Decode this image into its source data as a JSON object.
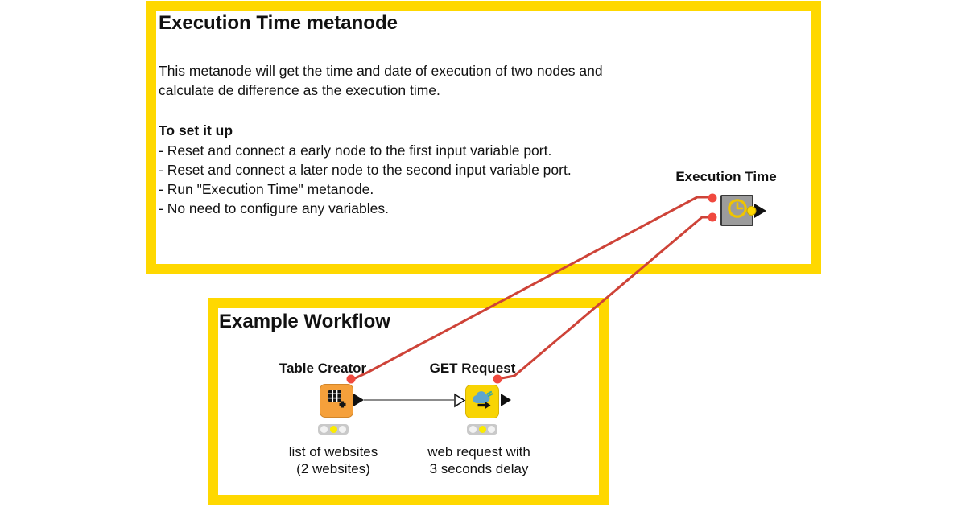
{
  "colors": {
    "annotation_border": "#FFD800",
    "connection_red": "#CE4338",
    "port_red": "#F0493F",
    "node_orange": "#F5A03B",
    "node_yellow": "#F8D404",
    "metanode_gray": "#9C9C9C",
    "traffic_light_yellow": "#FBEB00"
  },
  "top_note": {
    "title": "Execution Time metanode",
    "body_lines": [
      "This metanode will get the time and date of execution of two nodes and",
      "calculate de difference as the execution time."
    ],
    "setup_heading": "To set it up",
    "setup_items": [
      "- Reset and connect a early node to the first input variable port.",
      "- Reset and connect a later node to the second input variable port.",
      "- Run \"Execution Time\" metanode.",
      "- No need to configure any variables."
    ]
  },
  "metanode": {
    "label": "Execution Time",
    "icon": "clock-icon",
    "status": "two red flow-variable input ports, one yellow output port"
  },
  "workflow_note": {
    "title": "Example Workflow"
  },
  "nodes": {
    "table_creator": {
      "label": "Table Creator",
      "icon": "table-grid-plus-icon",
      "caption_line1": "list of websites",
      "caption_line2": "(2 websites)",
      "traffic_light": "configured (yellow)"
    },
    "get_request": {
      "label": "GET Request",
      "icon": "cloud-request-icon",
      "caption_line1": "web request with",
      "caption_line2": "3 seconds delay",
      "traffic_light": "configured (yellow)"
    }
  }
}
